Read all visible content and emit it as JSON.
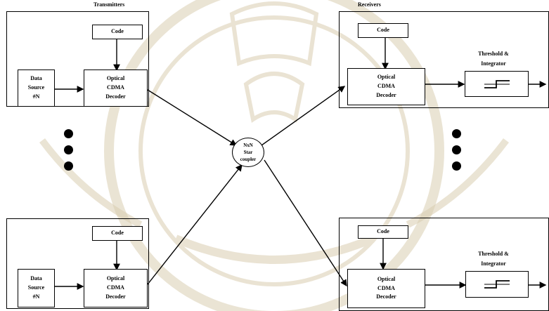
{
  "transmitters_label": "Transmitters",
  "receivers_label": "Receivers",
  "code_label": "Code",
  "data_source": [
    "Data",
    "Source",
    "#N"
  ],
  "encoder": [
    "Optical",
    "CDMA",
    "Decoder"
  ],
  "decoder": [
    "Optical",
    "CDMA",
    "Decoder"
  ],
  "threshold": [
    "Threshold &",
    "Integrator"
  ],
  "coupler": [
    "NxN",
    "Star",
    "coupler"
  ],
  "colors": {
    "line": "#000000",
    "watermark": "#c9b892"
  }
}
